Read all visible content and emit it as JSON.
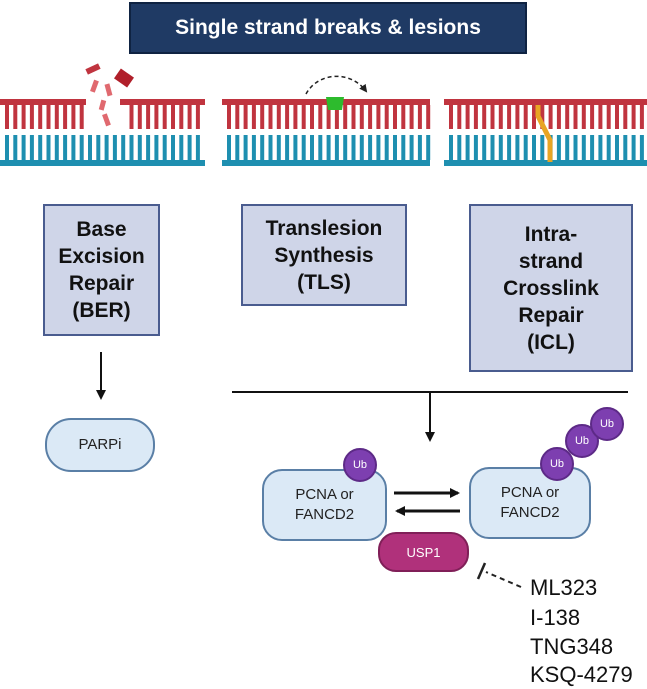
{
  "title": "Single strand breaks & lesions",
  "pathways": [
    {
      "name": "Base\nExcision\nRepair\n(BER)"
    },
    {
      "name": "Translesion\nSynthesis\n(TLS)"
    },
    {
      "name": "Intra-\nstrand\nCrosslink\nRepair\n(ICL)"
    }
  ],
  "ber_target": "PARPi",
  "complex_left": "PCNA or\nFANCD2",
  "complex_right": "PCNA or\nFANCD2",
  "ubiquitin_label": "Ub",
  "deubiquitinase": "USP1",
  "inhibitors": [
    "ML323",
    "I-138",
    "TNG348",
    "KSQ-4279"
  ],
  "colors": {
    "title_bg": "#1f3a64",
    "dna_top": "#c0343f",
    "dna_bottom": "#1e8fb0",
    "lesion_green": "#2dbb2d",
    "crosslink_orange": "#e8a524",
    "ubiquitin": "#7d3fb0",
    "usp1": "#b0317b"
  }
}
